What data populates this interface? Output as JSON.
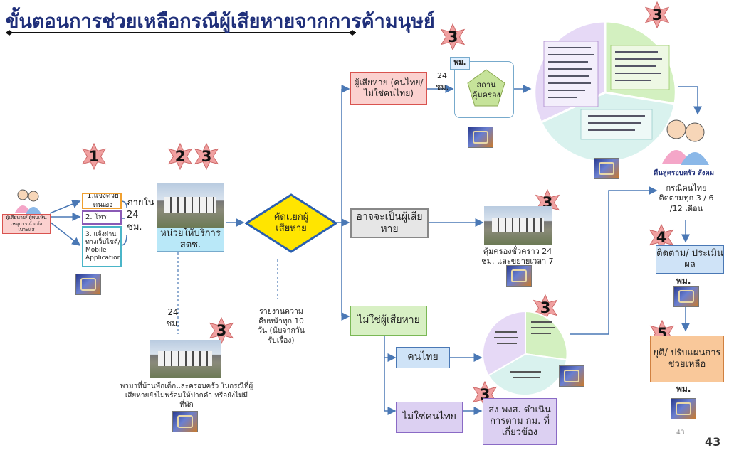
{
  "title": "ขั้นตอนการช่วยเหลือกรณีผู้เสียหายจากการค้ามนุษย์",
  "stars": [
    "1",
    "2",
    "3",
    "3",
    "3",
    "3",
    "3",
    "3",
    "3",
    "4",
    "5"
  ],
  "victim_label": "ผู้เสียหาย/ ผู้พบเห็นเหตุการณ์ แจ้งเบาะแส",
  "report_channels": [
    "1.แจ้งด้วยตนเอง",
    "2. โทร",
    "3. แจ้งผ่านทางเว็บไซต์/ Mobile Application"
  ],
  "within_24h": "ภายใน 24 ชม.",
  "service_unit": "หน่วยให้บริการ สตซ.",
  "screening": "คัดแยกผู้เสียหาย",
  "shelter_24h": "24 ชม.",
  "shelter_note": "พามาที่บ้านพักเด็กและครอบครัว ในกรณีที่ผู้เสียหายยังไม่พร้อมให้ปากคำ หรือยังไม่มีที่พัก",
  "report_note": "รายงานความคืบหน้าทุก 10 วัน (นับจากวันรับเรื่อง)",
  "victim_branch": "ผู้เสียหาย (คนไทย/ ไม่ใช่คนไทย)",
  "victim_24h": "24 ชม.",
  "pm_tag": "พม.",
  "shelter_place": "สถานคุ้มครอง",
  "maybe_victim": "อาจจะเป็นผู้เสียหาย",
  "temp_protect": "คุ้มครองชั่วคราว 24 ชม. และขยายเวลา 7 วัน",
  "not_victim": "ไม่ใช่ผู้เสียหาย",
  "thai": "คนไทย",
  "non_thai": "ไม่ใช่คนไทย",
  "send_agency": "ส่ง พงส. ดำเนินการตาม กม. ที่เกี่ยวข้อง",
  "return_family": "คืนสู่ครอบครัว สังคม",
  "thai_case_followup": "กรณีคนไทย ติดตามทุก 3 / 6 /12 เดือน",
  "follow_evaluate": "ติดตาม/ ประเมินผล",
  "pm1": "พม.",
  "end_adjust": "ยุติ/ ปรับแผนการช่วยเหลือ",
  "pm2": "พม.",
  "page_small": "43",
  "page_number": "43",
  "colors": {
    "title": "#1f2f7a",
    "star": "#f0a0a0",
    "pink": "#fbd1cf",
    "pink_border": "#d9534f",
    "gray": "#e6e6e6",
    "green": "#d8f0c4",
    "lavender": "#dcd0f2",
    "blue": "#cfe3f7",
    "orange": "#f9c89a",
    "yellow": "#ffe500",
    "cyan": "#b9e8f8"
  }
}
